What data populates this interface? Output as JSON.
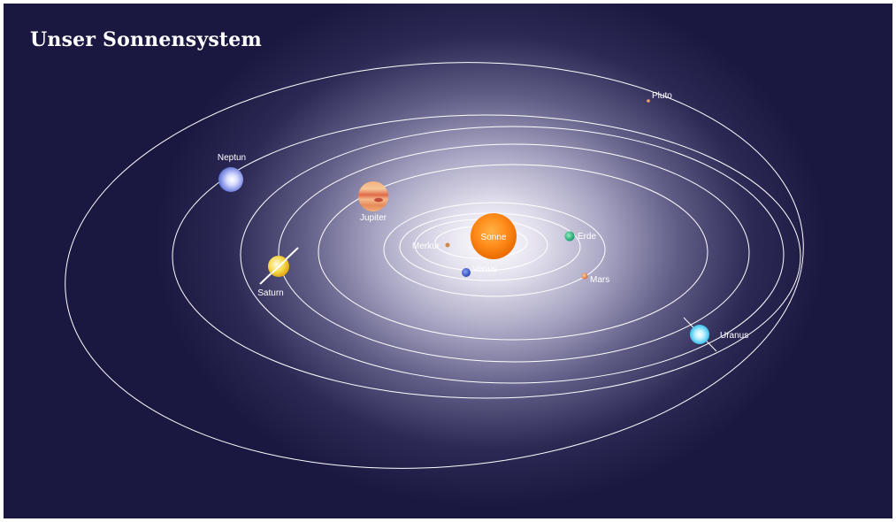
{
  "title": "Unser Sonnensystem",
  "sun": {
    "name": "Sonne"
  },
  "planets": [
    {
      "key": "merkur",
      "name": "Merkur",
      "color": "#c98a4a"
    },
    {
      "key": "venus",
      "name": "Venus",
      "color": "#3f63c8"
    },
    {
      "key": "erde",
      "name": "Erde",
      "color": "#2fae7a"
    },
    {
      "key": "mars",
      "name": "Mars",
      "color": "#e08a5a"
    },
    {
      "key": "jupiter",
      "name": "Jupiter",
      "color": "#e9945a"
    },
    {
      "key": "saturn",
      "name": "Saturn",
      "color": "#f6d23a"
    },
    {
      "key": "uranus",
      "name": "Uranus",
      "color": "#34c6f0"
    },
    {
      "key": "neptun",
      "name": "Neptun",
      "color": "#5a6fd8"
    },
    {
      "key": "pluto",
      "name": "Pluto",
      "color": "#f0a06a"
    }
  ]
}
